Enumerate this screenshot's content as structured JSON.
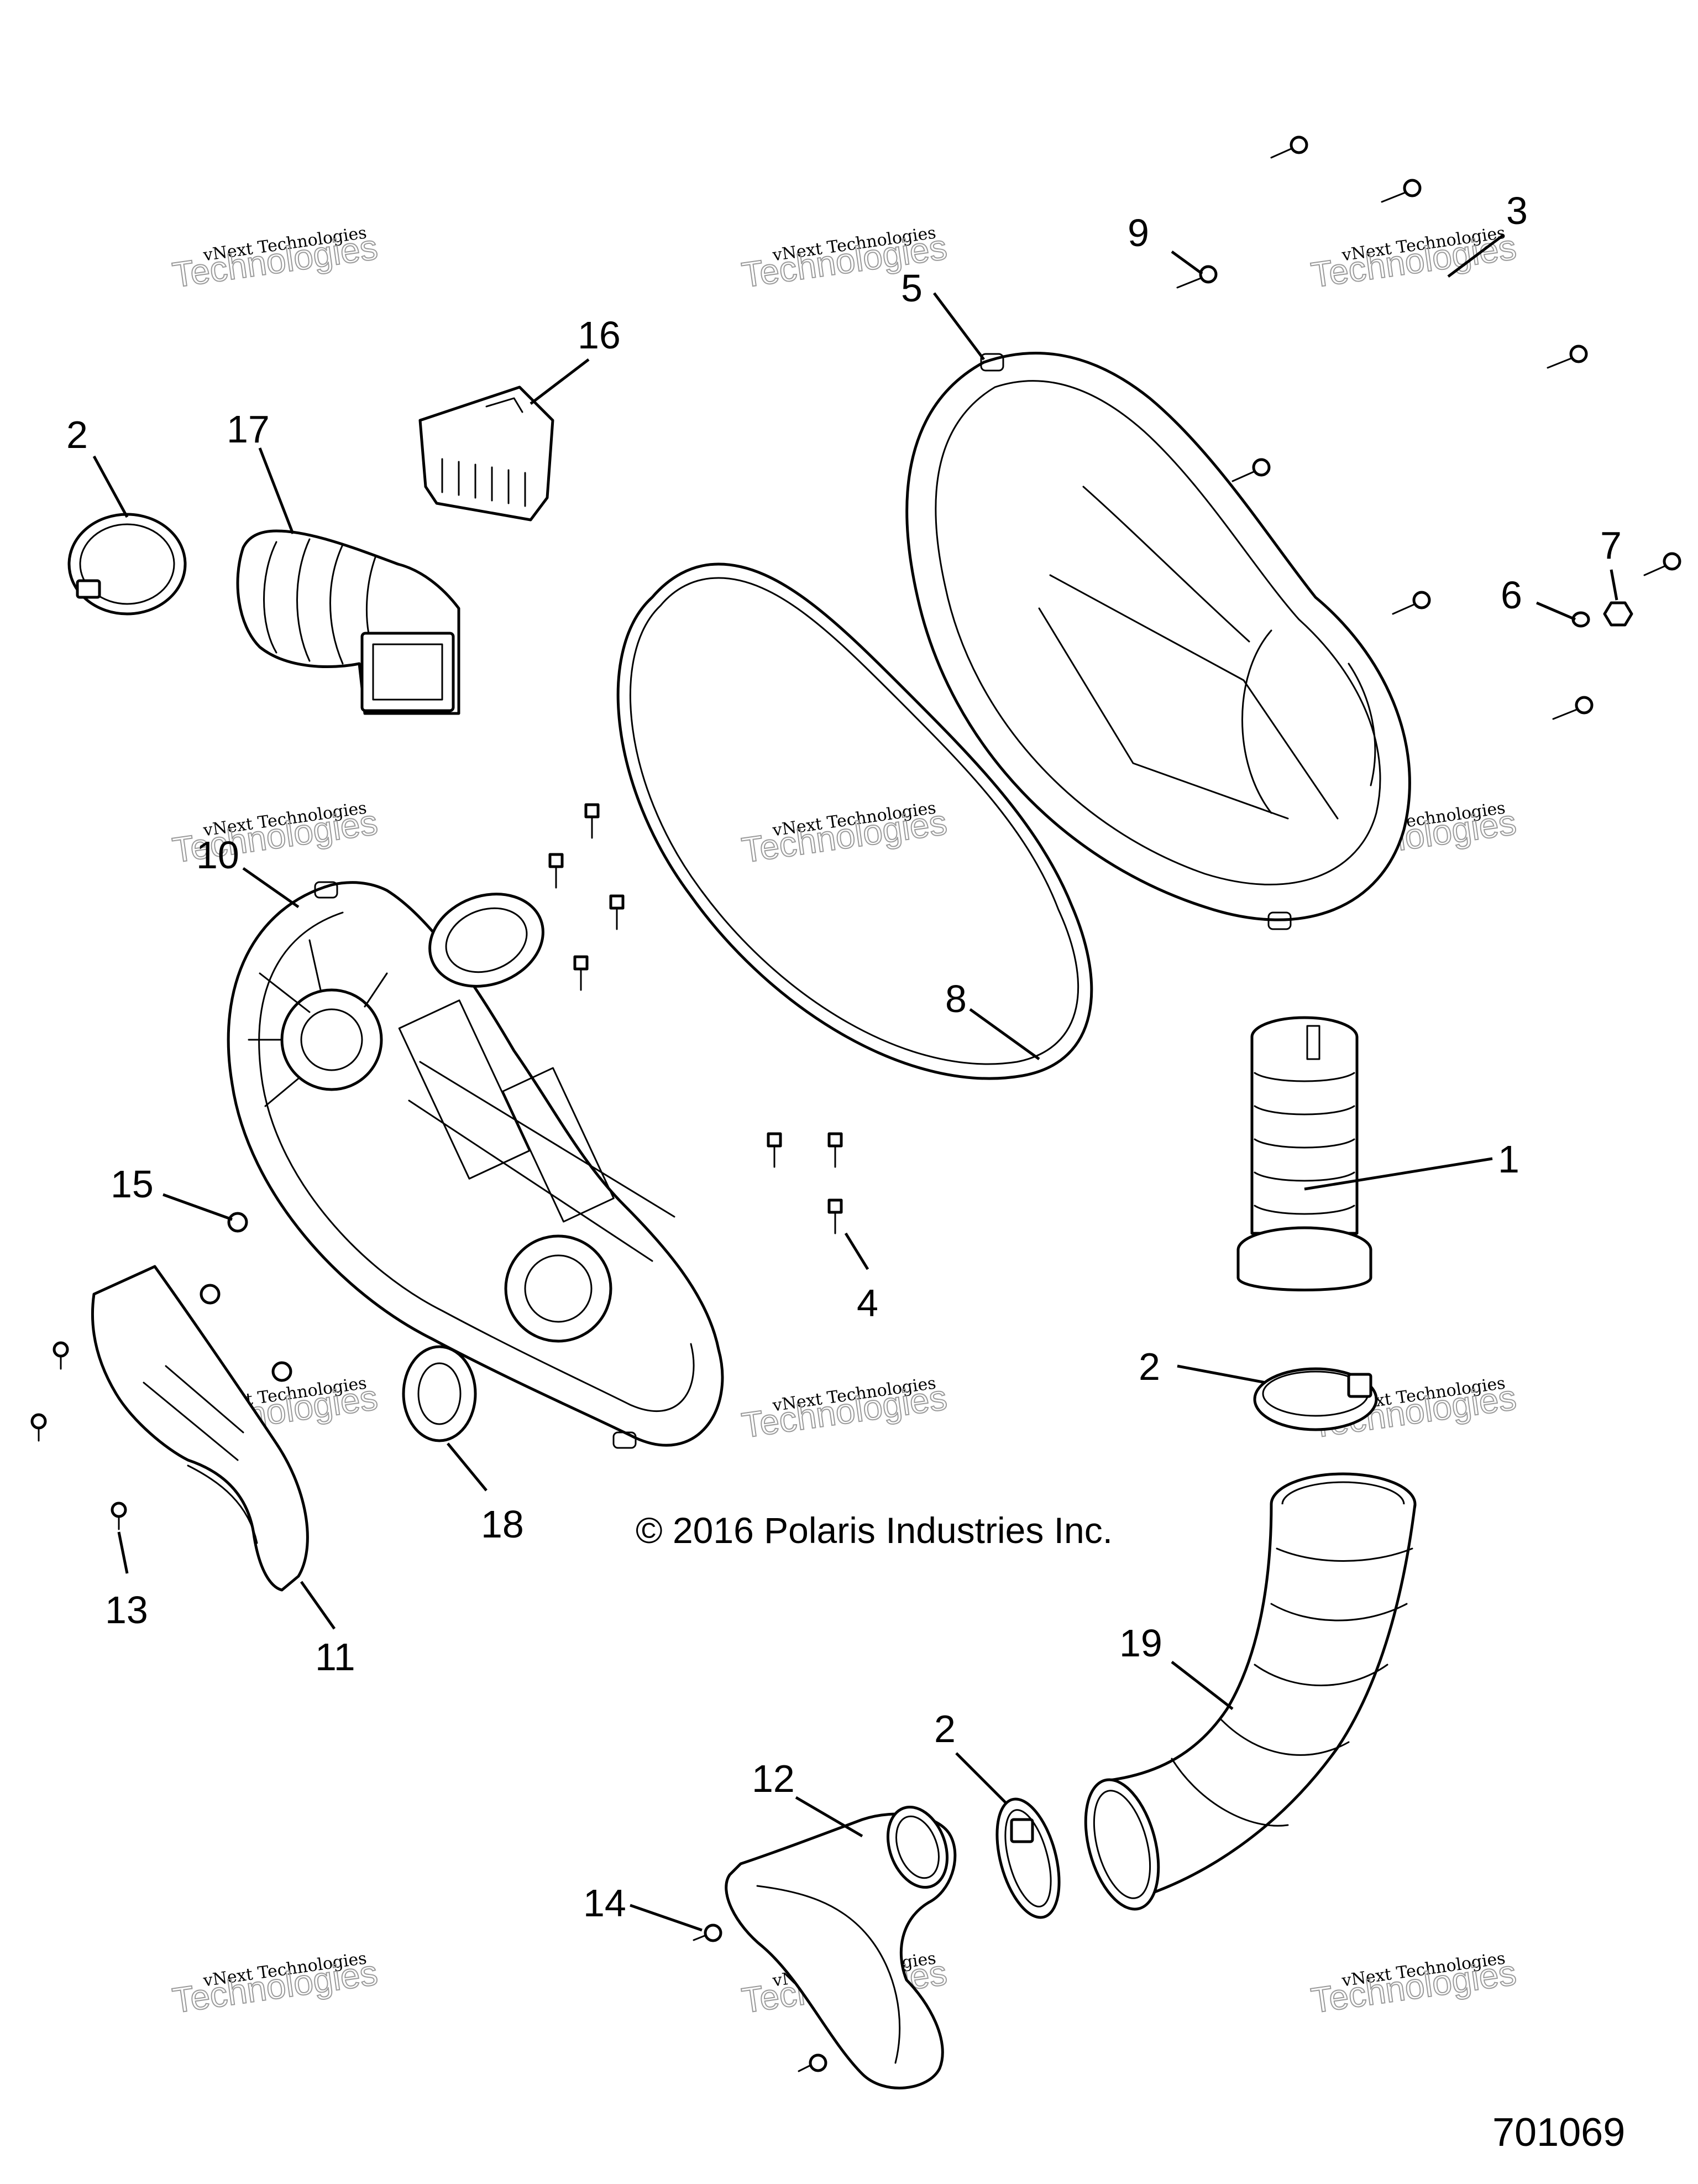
{
  "copyright": "© 2016 Polaris Industries Inc.",
  "drawing_number": "701069",
  "watermark": {
    "line1": "vNext Technologies",
    "line2": "vNext Technologies",
    "line3": "Technologies"
  },
  "callouts": {
    "c1": "1",
    "c2a": "2",
    "c2b": "2",
    "c2c": "2",
    "c3": "3",
    "c4": "4",
    "c5": "5",
    "c6": "6",
    "c7": "7",
    "c8": "8",
    "c9": "9",
    "c10": "10",
    "c11": "11",
    "c12": "12",
    "c13": "13",
    "c14": "14",
    "c15": "15",
    "c16": "16",
    "c17": "17",
    "c18": "18",
    "c19": "19"
  }
}
